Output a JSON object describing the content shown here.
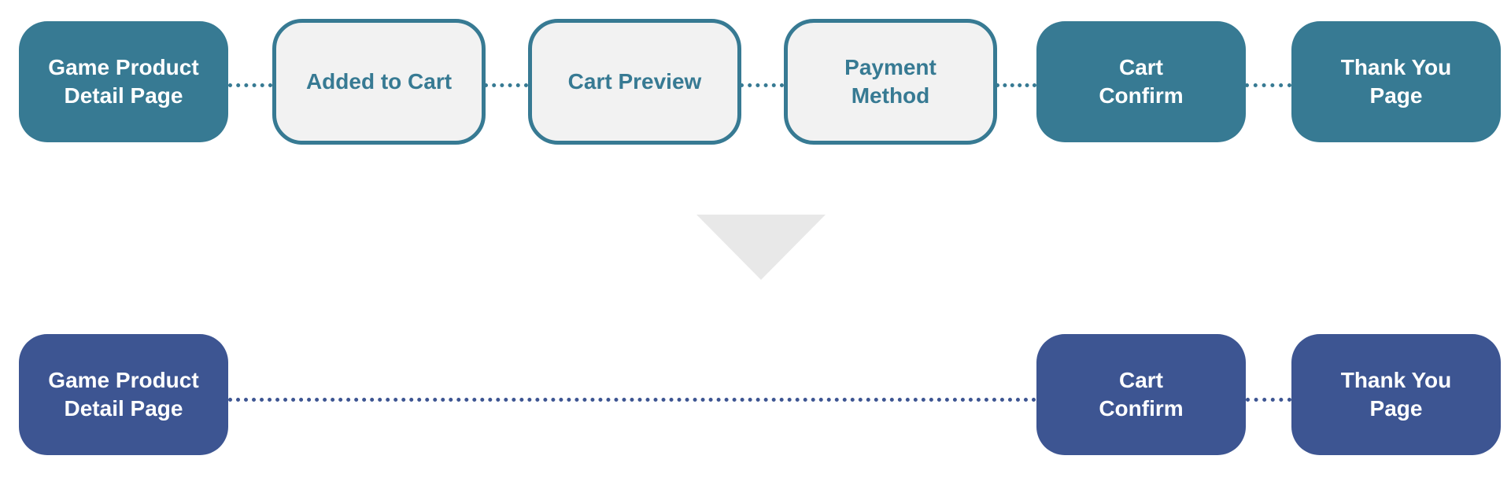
{
  "before_flow": {
    "steps": [
      {
        "label": "Game Product\nDetail Page"
      },
      {
        "label": "Added to Cart"
      },
      {
        "label": "Cart Preview"
      },
      {
        "label": "Payment\nMethod"
      },
      {
        "label": "Cart\nConfirm"
      },
      {
        "label": "Thank You\nPage"
      }
    ]
  },
  "after_flow": {
    "steps": [
      {
        "label": "Game Product\nDetail Page"
      },
      {
        "label": "Cart\nConfirm"
      },
      {
        "label": "Thank You\nPage"
      }
    ]
  },
  "colors": {
    "teal": "#377a93",
    "navy": "#3d5592",
    "outline_fill": "#f2f2f2",
    "arrow": "#e8e8e8"
  }
}
